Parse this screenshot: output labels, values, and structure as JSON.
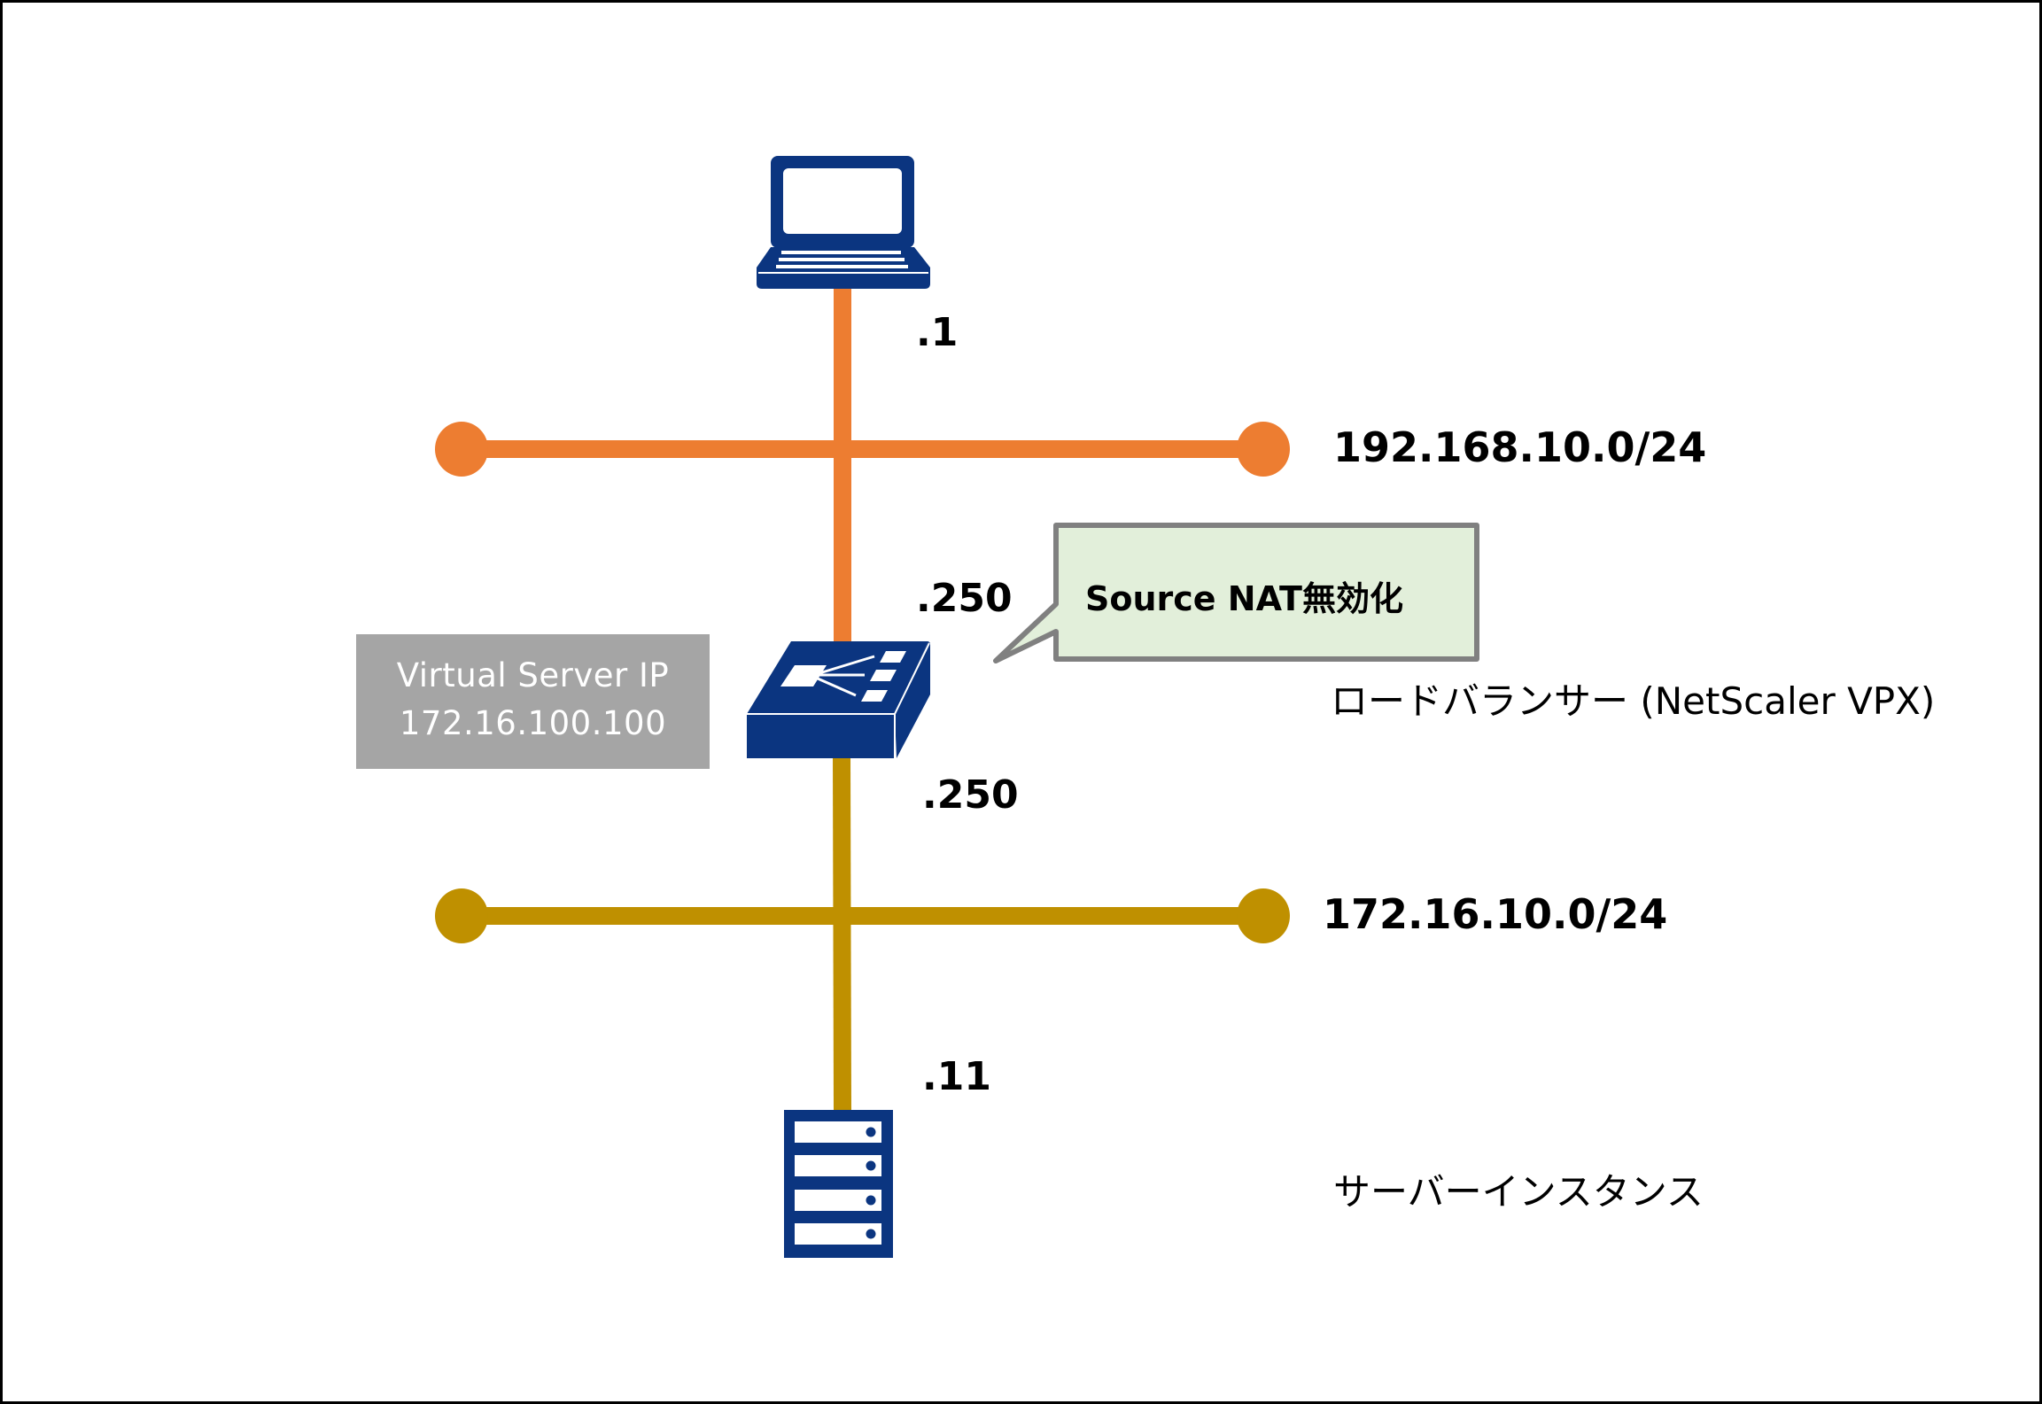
{
  "diagram": {
    "title": "",
    "networks": [
      {
        "id": "net-upper",
        "cidr": "192.168.10.0/24",
        "color": "#ED7D31"
      },
      {
        "id": "net-lower",
        "cidr": "172.16.10.0/24",
        "color": "#BF9000"
      }
    ],
    "nodes": [
      {
        "id": "client",
        "icon": "laptop-icon",
        "ip_suffix": ".1",
        "label": ""
      },
      {
        "id": "loadbalancer",
        "icon": "load-balancer-icon",
        "ip_suffix_upper": ".250",
        "ip_suffix_lower": ".250",
        "label": "ロードバランサー (NetScaler VPX)"
      },
      {
        "id": "server",
        "icon": "server-icon",
        "ip_suffix": ".11",
        "label": "サーバーインスタンス"
      }
    ],
    "virtual_server": {
      "title": "Virtual Server IP",
      "ip": "172.16.100.100"
    },
    "callout": {
      "text": "Source NAT無効化",
      "fill": "#E2EFDA",
      "border": "#808080"
    },
    "icon_color": "#0B3580"
  }
}
